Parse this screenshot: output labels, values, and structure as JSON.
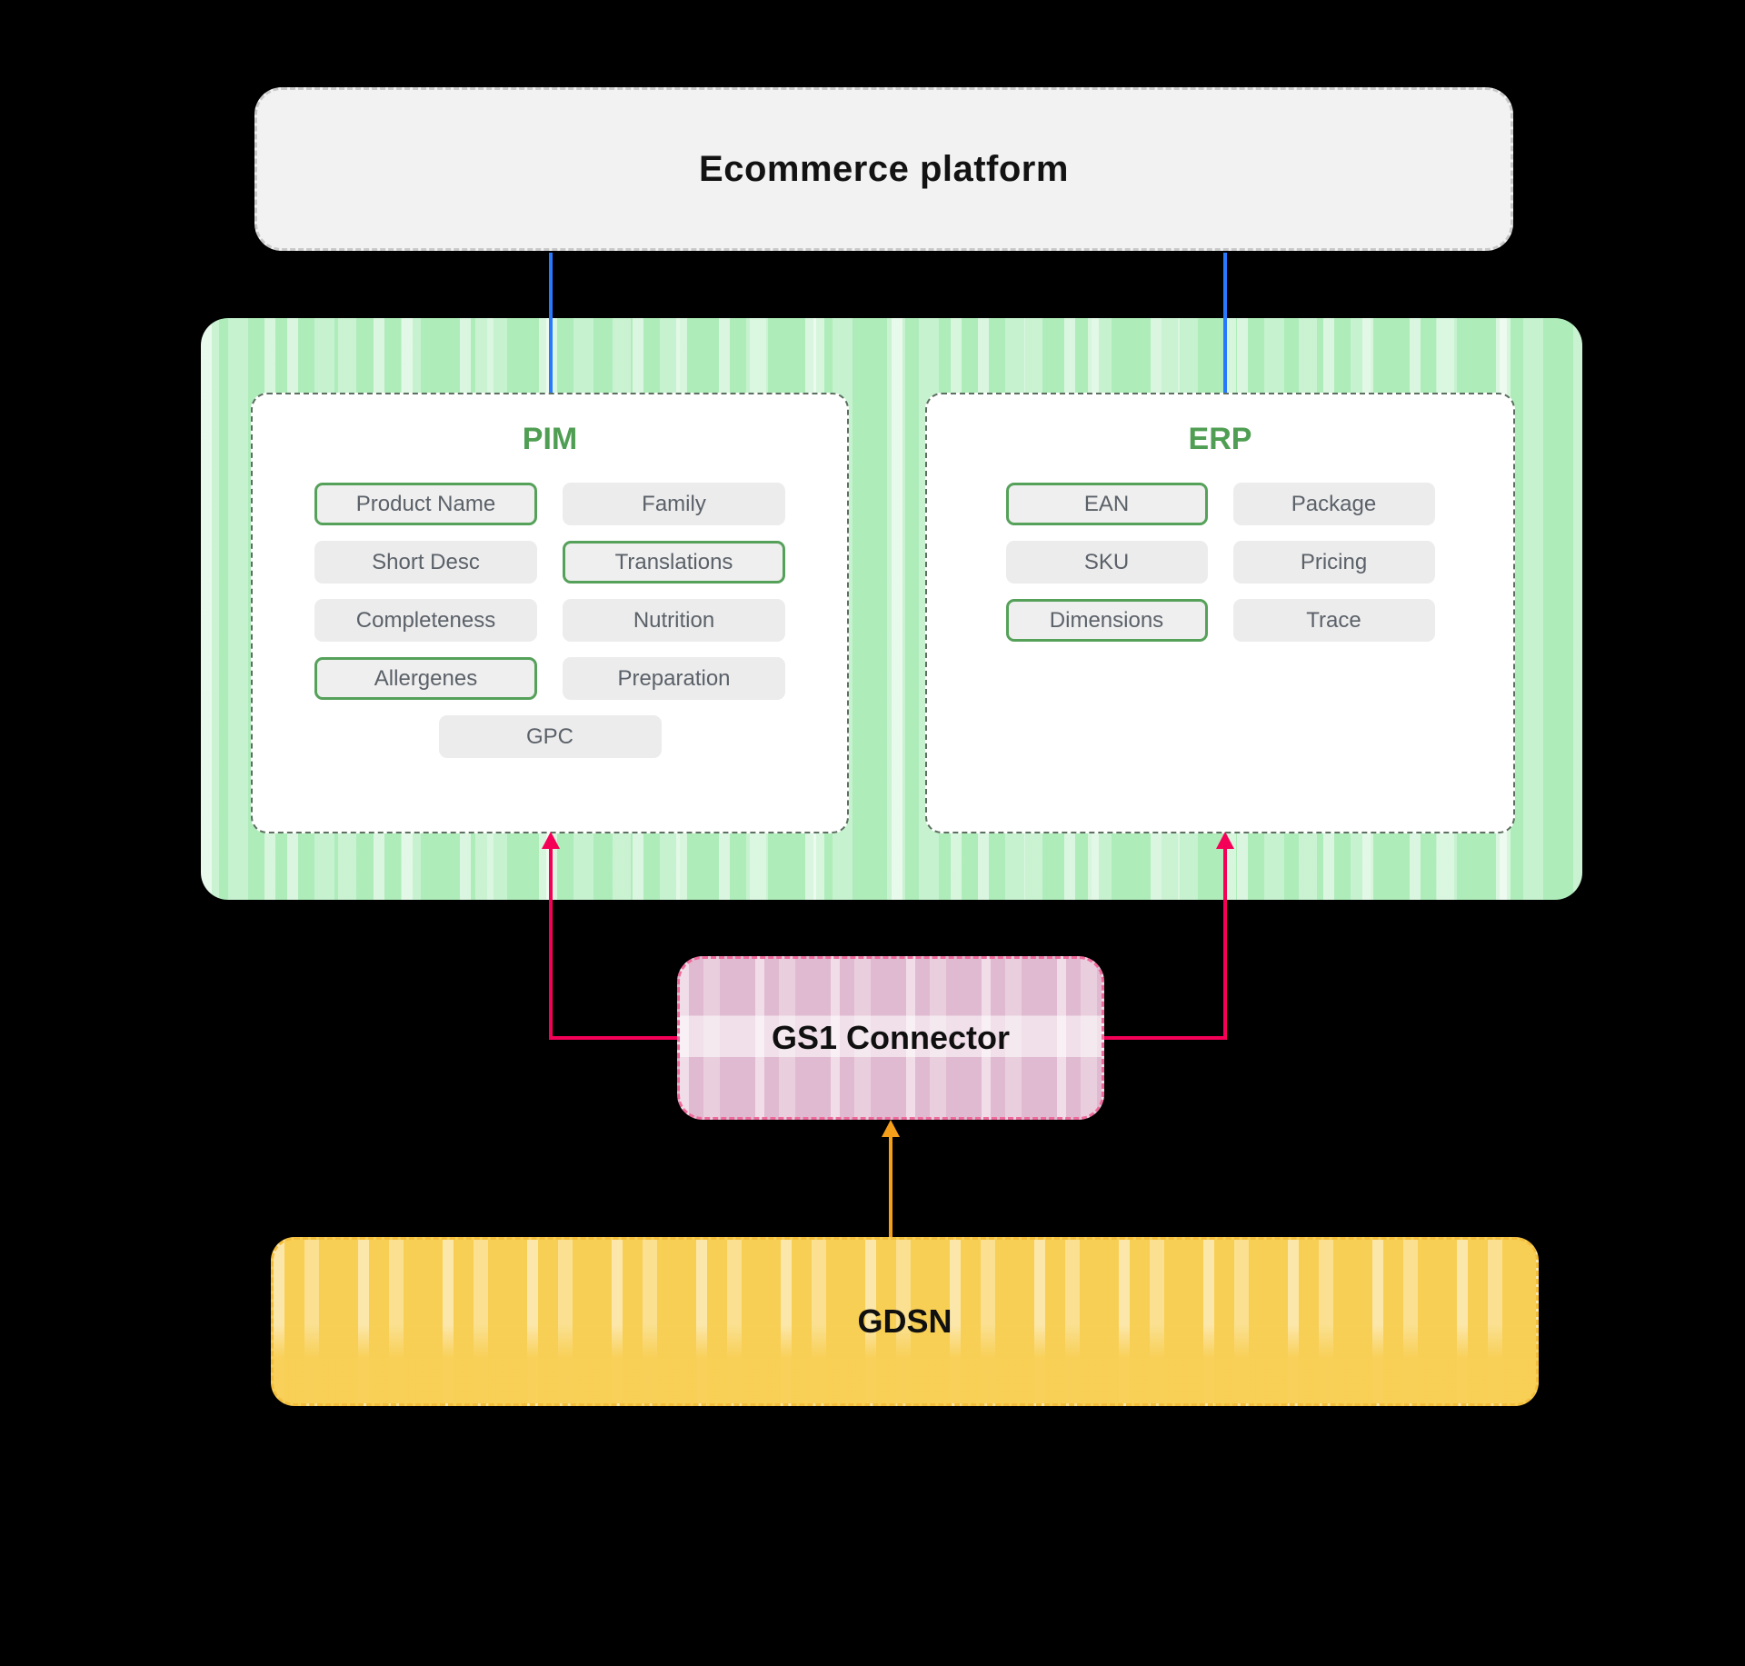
{
  "colors": {
    "background": "#000000",
    "green_panel": "#aeecba",
    "green_accent": "#4f9e53",
    "module_border": "#5c6f60",
    "blue_connector": "#2979ff",
    "pink_connector": "#f50057",
    "pink_box": "#e0bad0",
    "pink_border": "#ef6a9b",
    "orange_connector": "#f59f1b",
    "yellow_box": "#f8cf55",
    "gray_box": "#f2f2f2",
    "tag_bg": "#ececec",
    "tag_text": "#5b6169"
  },
  "ecommerce": {
    "label": "Ecommerce platform"
  },
  "pim": {
    "title": "PIM",
    "tags": [
      {
        "label": "Product Name",
        "highlighted": true
      },
      {
        "label": "Family",
        "highlighted": false
      },
      {
        "label": "Short Desc",
        "highlighted": false
      },
      {
        "label": "Translations",
        "highlighted": true
      },
      {
        "label": "Completeness",
        "highlighted": false
      },
      {
        "label": "Nutrition",
        "highlighted": false
      },
      {
        "label": "Allergenes",
        "highlighted": true
      },
      {
        "label": "Preparation",
        "highlighted": false
      },
      {
        "label": "GPC",
        "highlighted": false
      }
    ]
  },
  "erp": {
    "title": "ERP",
    "tags": [
      {
        "label": "EAN",
        "highlighted": true
      },
      {
        "label": "Package",
        "highlighted": false
      },
      {
        "label": "SKU",
        "highlighted": false
      },
      {
        "label": "Pricing",
        "highlighted": false
      },
      {
        "label": "Dimensions",
        "highlighted": true
      },
      {
        "label": "Trace",
        "highlighted": false
      }
    ]
  },
  "gs1": {
    "label": "GS1 Connector"
  },
  "gdsn": {
    "label": "GDSN"
  }
}
